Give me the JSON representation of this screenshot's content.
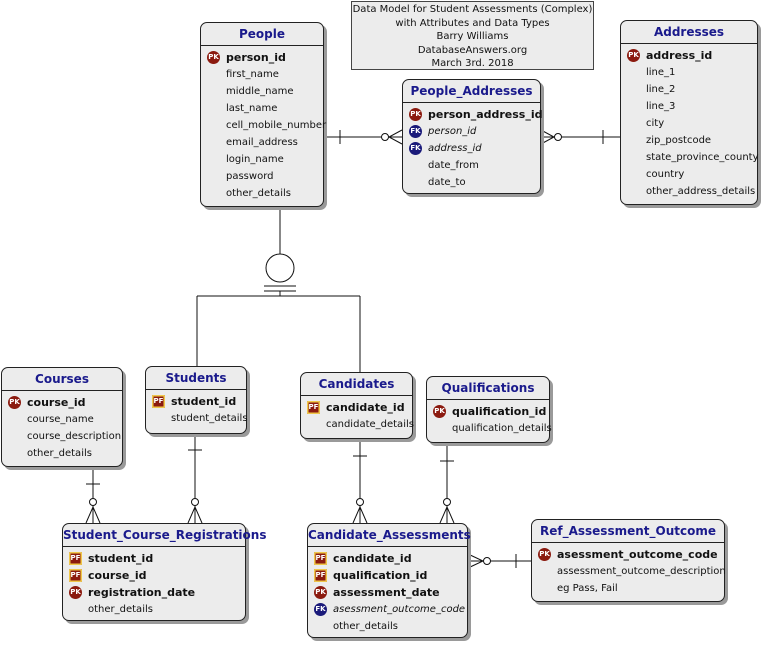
{
  "title_note": {
    "lines": [
      "Data Model for Student Assessments (Complex)",
      "with Attributes and Data Types",
      "Barry Williams",
      "DatabaseAnswers.org",
      "March 3rd. 2018"
    ]
  },
  "colors": {
    "title": "#1a1a8c",
    "pk": "#8b1a0f",
    "fk": "#1a1a7a",
    "box": "#ececec"
  },
  "entities": {
    "people": {
      "title": "People",
      "attributes": [
        {
          "name": "person_id",
          "key": "PK"
        },
        {
          "name": "first_name",
          "key": ""
        },
        {
          "name": "middle_name",
          "key": ""
        },
        {
          "name": "last_name",
          "key": ""
        },
        {
          "name": "cell_mobile_number",
          "key": ""
        },
        {
          "name": "email_address",
          "key": ""
        },
        {
          "name": "login_name",
          "key": ""
        },
        {
          "name": "password",
          "key": ""
        },
        {
          "name": "other_details",
          "key": ""
        }
      ]
    },
    "people_addresses": {
      "title": "People_Addresses",
      "attributes": [
        {
          "name": "person_address_id",
          "key": "PK"
        },
        {
          "name": "person_id",
          "key": "FK"
        },
        {
          "name": "address_id",
          "key": "FK"
        },
        {
          "name": "date_from",
          "key": ""
        },
        {
          "name": "date_to",
          "key": ""
        }
      ]
    },
    "addresses": {
      "title": "Addresses",
      "attributes": [
        {
          "name": "address_id",
          "key": "PK"
        },
        {
          "name": "line_1",
          "key": ""
        },
        {
          "name": "line_2",
          "key": ""
        },
        {
          "name": "line_3",
          "key": ""
        },
        {
          "name": "city",
          "key": ""
        },
        {
          "name": "zip_postcode",
          "key": ""
        },
        {
          "name": "state_province_county",
          "key": ""
        },
        {
          "name": "country",
          "key": ""
        },
        {
          "name": "other_address_details",
          "key": ""
        }
      ]
    },
    "courses": {
      "title": "Courses",
      "attributes": [
        {
          "name": "course_id",
          "key": "PK"
        },
        {
          "name": "course_name",
          "key": ""
        },
        {
          "name": "course_description",
          "key": ""
        },
        {
          "name": "other_details",
          "key": ""
        }
      ]
    },
    "students": {
      "title": "Students",
      "attributes": [
        {
          "name": "student_id",
          "key": "PF"
        },
        {
          "name": "student_details",
          "key": ""
        }
      ]
    },
    "candidates": {
      "title": "Candidates",
      "attributes": [
        {
          "name": "candidate_id",
          "key": "PF"
        },
        {
          "name": "candidate_details",
          "key": ""
        }
      ]
    },
    "qualifications": {
      "title": "Qualifications",
      "attributes": [
        {
          "name": "qualification_id",
          "key": "PK"
        },
        {
          "name": "qualification_details",
          "key": ""
        }
      ]
    },
    "student_course_registrations": {
      "title": "Student_Course_Registrations",
      "attributes": [
        {
          "name": "student_id",
          "key": "PF"
        },
        {
          "name": "course_id",
          "key": "PF"
        },
        {
          "name": "registration_date",
          "key": "PK"
        },
        {
          "name": "other_details",
          "key": ""
        }
      ]
    },
    "candidate_assessments": {
      "title": "Candidate_Assessments",
      "attributes": [
        {
          "name": "candidate_id",
          "key": "PF"
        },
        {
          "name": "qualification_id",
          "key": "PF"
        },
        {
          "name": "assessment_date",
          "key": "PK"
        },
        {
          "name": "asessment_outcome_code",
          "key": "FK"
        },
        {
          "name": "other_details",
          "key": ""
        }
      ]
    },
    "ref_assessment_outcome": {
      "title": "Ref_Assessment_Outcome",
      "attributes": [
        {
          "name": "asessment_outcome_code",
          "key": "PK"
        },
        {
          "name": "assessment_outcome_description",
          "key": ""
        },
        {
          "name": "eg Pass, Fail",
          "key": ""
        }
      ]
    }
  }
}
